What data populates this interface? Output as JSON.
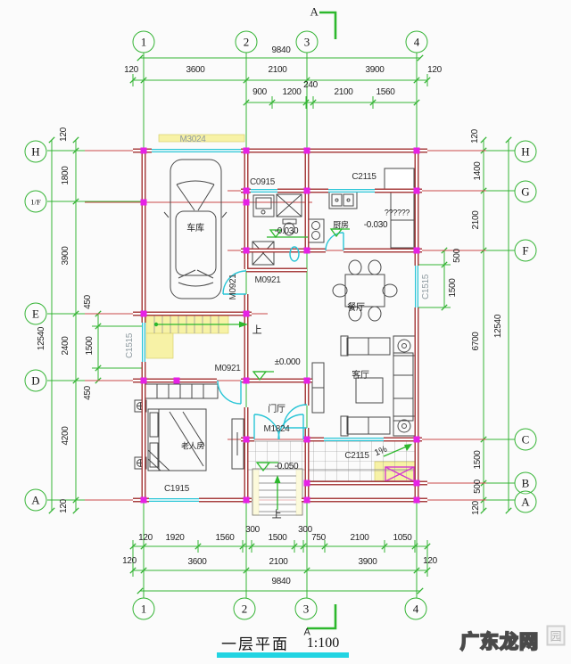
{
  "title": {
    "name": "一层平面",
    "scale": "1:100"
  },
  "section_mark": {
    "letter": "A"
  },
  "watermark": {
    "text": "广东龙网",
    "badge": "园"
  },
  "grid_axes": {
    "top": [
      "1",
      "2",
      "3",
      "4"
    ],
    "bottom": [
      "1",
      "2",
      "3",
      "4"
    ],
    "left": [
      "H",
      "1/F",
      "E",
      "D",
      "A"
    ],
    "right": [
      "H",
      "G",
      "F",
      "C",
      "B",
      "A"
    ]
  },
  "dimensions": {
    "top": {
      "total": "9840",
      "row1": [
        "120",
        "3600",
        "2100",
        "3900",
        "120"
      ],
      "row2": [
        "900",
        "1200",
        "240",
        "2100",
        "1560"
      ]
    },
    "bottom": {
      "row1": [
        "120",
        "1920",
        "1560",
        "300",
        "1500",
        "300",
        "750",
        "2100",
        "1050"
      ],
      "row2": [
        "120",
        "3600",
        "2100",
        "3900",
        "120"
      ],
      "total": "9840"
    },
    "left": {
      "total": "12540",
      "main": [
        "120",
        "1800",
        "3900",
        "2400",
        "4200",
        "120"
      ],
      "inner": [
        "450",
        "1500",
        "450"
      ]
    },
    "right": {
      "total": "12540",
      "main": [
        "120",
        "1400",
        "2100",
        "6700",
        "1500",
        "500",
        "120"
      ],
      "inner": [
        "500",
        "1500"
      ]
    }
  },
  "openings": {
    "garage_door": "M3024",
    "bath_window": "C0915",
    "kitchen_window": "C2115",
    "terrace_window": "C2115",
    "bedroom_window": "C1915",
    "left_window": "C1515",
    "right_window": "C1515",
    "hall_door_v": "M0921",
    "hall_door": "M0921",
    "bedroom_door": "M0921",
    "entry_door": "M1824"
  },
  "rooms": {
    "garage": "车库",
    "kitchen": "厨房",
    "dining": "餐厅",
    "living": "客厅",
    "foyer": "门厅",
    "bedroom": "老人房"
  },
  "levels": {
    "bath": "-0.030",
    "kitchen": "-0.030",
    "foyer": "±0.000",
    "terrace": "-0.050"
  },
  "notes": {
    "counter": "??????",
    "slope": "1%",
    "up_stair": "上",
    "up_entry": "上"
  },
  "colors": {
    "axis_green": "#35b435",
    "wall_red": "#a84040",
    "column_magenta": "#e621e6",
    "window_cyan": "#29c5d6",
    "highlight_yellow": "#f7f2a6",
    "underline_cyan": "#22d4e2"
  }
}
